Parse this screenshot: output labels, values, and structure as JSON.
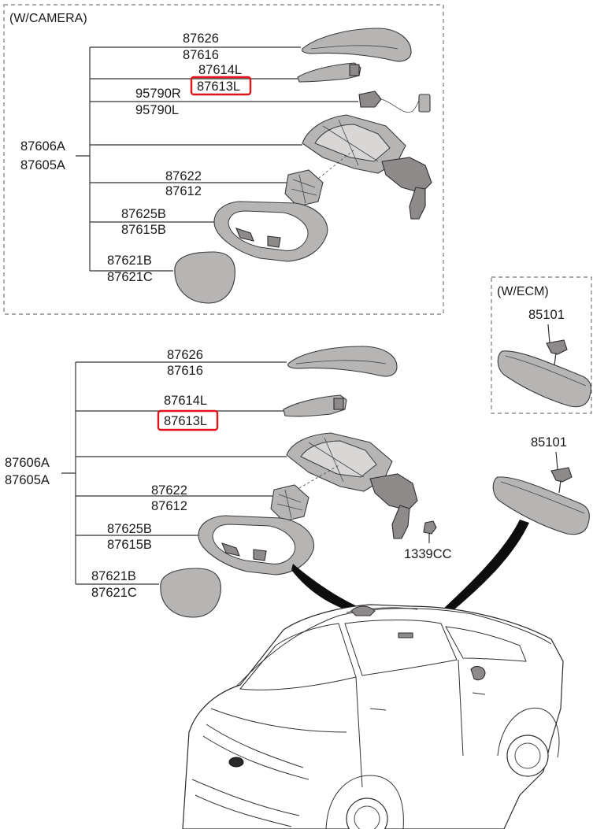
{
  "diagram": {
    "camera_section": {
      "header": "(W/CAMERA)",
      "parent_codes": [
        "87606A",
        "87605A"
      ],
      "parts": [
        {
          "codes": [
            "87626",
            "87616"
          ]
        },
        {
          "codes": [
            "87614L",
            "87613L"
          ],
          "highlighted": "87613L"
        },
        {
          "codes": [
            "95790R",
            "95790L"
          ]
        },
        {
          "codes": [
            ""
          ]
        },
        {
          "codes": [
            "87622",
            "87612"
          ]
        },
        {
          "codes": [
            "87625B",
            "87615B"
          ]
        },
        {
          "codes": [
            "87621B",
            "87621C"
          ]
        }
      ]
    },
    "main_section": {
      "parent_codes": [
        "87606A",
        "87605A"
      ],
      "parts": [
        {
          "codes": [
            "87626",
            "87616"
          ]
        },
        {
          "codes": [
            "87614L",
            "87613L"
          ],
          "highlighted": "87613L"
        },
        {
          "codes": [
            ""
          ]
        },
        {
          "codes": [
            "87622",
            "87612"
          ]
        },
        {
          "codes": [
            "87625B",
            "87615B"
          ]
        },
        {
          "codes": [
            "87621B",
            "87621C"
          ]
        }
      ],
      "extra_label": "1339CC"
    },
    "ecm_section": {
      "header": "(W/ECM)",
      "code": "85101"
    },
    "rearview_mirror_code": "85101",
    "highlight_color": "#e0151b"
  }
}
